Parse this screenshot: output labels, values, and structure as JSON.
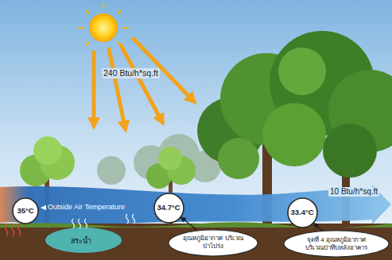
{
  "diagram": {
    "nodes": [
      {
        "text": [
          "35°C"
        ]
      },
      {
        "text": [
          "34.7°C"
        ]
      },
      {
        "text": [
          "33.4°C"
        ]
      },
      {
        "text": [
          "อุณหภูมิอากาศ บริเวณป่าโปร่ง"
        ]
      },
      {
        "text": [
          "จุดที่ 4 อุณหภูมิอากาศ บริเวณป่าทึบหลังอาคาร"
        ]
      }
    ],
    "edges": [
      {
        "from": 3,
        "to": 1,
        "arrow": "to"
      },
      {
        "from": 4,
        "to": 2,
        "arrow": "to"
      }
    ],
    "labels": [
      "240 Btu/h*sq.ft",
      "Outside Air Temperature",
      "10 Btu/h*sq.ft",
      "สระน้ำ"
    ]
  }
}
